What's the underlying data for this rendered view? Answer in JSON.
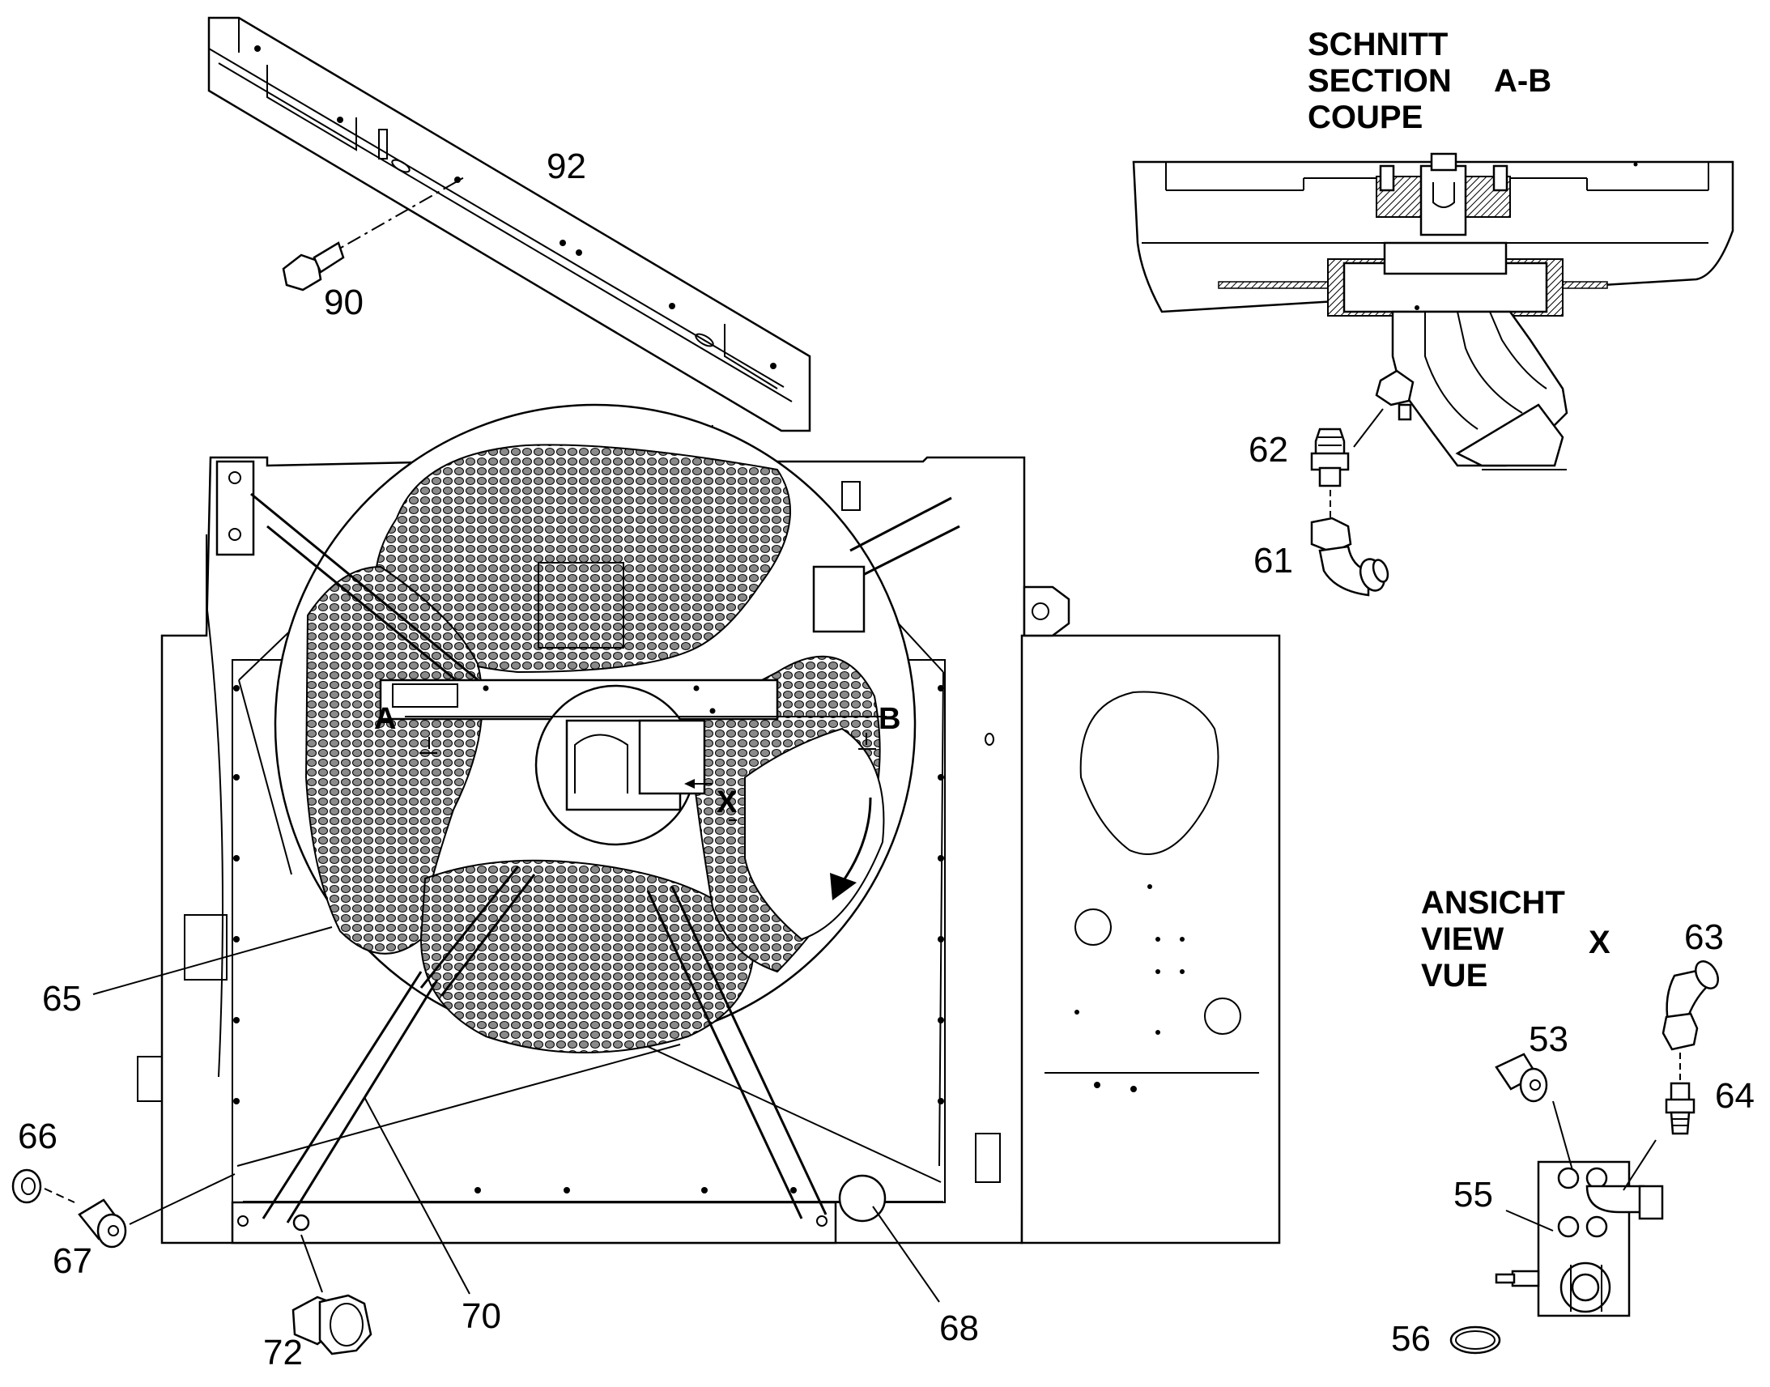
{
  "section": {
    "title_line1": "SCHNITT",
    "title_line2": "SECTION",
    "title_ref": "A-B",
    "title_line3": "COUPE"
  },
  "view": {
    "title_line1": "ANSICHT",
    "title_line2": "VIEW",
    "title_ref": "X",
    "title_line3": "VUE"
  },
  "markers": {
    "a": "A",
    "b": "B",
    "x": "X"
  },
  "parts": [
    {
      "id": "92",
      "label": "92"
    },
    {
      "id": "90",
      "label": "90"
    },
    {
      "id": "62",
      "label": "62"
    },
    {
      "id": "61",
      "label": "61"
    },
    {
      "id": "63",
      "label": "63"
    },
    {
      "id": "53",
      "label": "53"
    },
    {
      "id": "64",
      "label": "64"
    },
    {
      "id": "55",
      "label": "55"
    },
    {
      "id": "56",
      "label": "56"
    },
    {
      "id": "65",
      "label": "65"
    },
    {
      "id": "66",
      "label": "66"
    },
    {
      "id": "67",
      "label": "67"
    },
    {
      "id": "70",
      "label": "70"
    },
    {
      "id": "72",
      "label": "72"
    },
    {
      "id": "68",
      "label": "68"
    }
  ]
}
